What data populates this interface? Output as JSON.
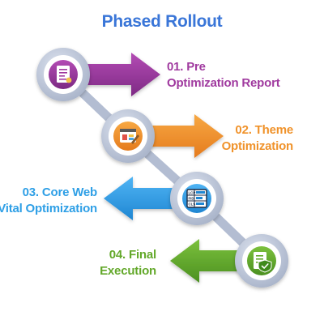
{
  "title": "Phased Rollout",
  "steps": [
    {
      "line1": "01. Pre",
      "line2": "Optimization Report",
      "color": "#a03a9f",
      "icon": "report-document-icon"
    },
    {
      "line1": "02. Theme",
      "line2": "Optimization",
      "color": "#f0922a",
      "icon": "theme-palette-icon"
    },
    {
      "line1": "03. Core Web",
      "line2": "Vital Optimization",
      "color": "#2e9fe6",
      "icon": "web-vitals-table-icon"
    },
    {
      "line1": "04. Final",
      "line2": "Execution",
      "color": "#63a82a",
      "icon": "checklist-shield-icon"
    }
  ],
  "connector_color": "#b7c1d6"
}
